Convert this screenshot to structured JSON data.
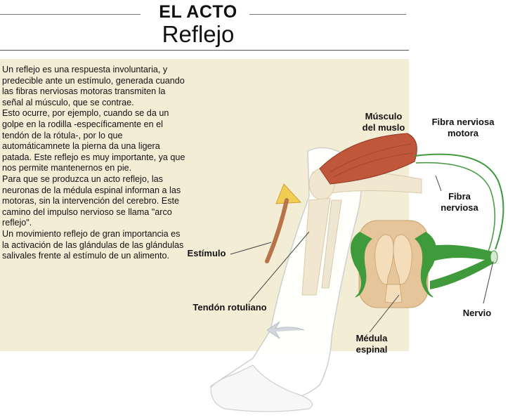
{
  "title": {
    "line1": "EL ACTO",
    "line2": "Reflejo"
  },
  "body": [
    "Un reflejo es una respuesta involuntaria, y predecible ante un estímulo, generada cuando las fibras nerviosas motoras transmiten la señal al músculo, que se contrae.",
    "Esto ocurre, por ejemplo, cuando se da un golpe en la rodilla -específicamente en el tendón de la rótula-, por lo que automáticamnete la pierna da una ligera patada. Este reflejo es muy importante, ya que nos permite mantenernos en pie.",
    "Para que se produzca un acto reflejo, las neuronas de la médula espinal informan a las motoras, sin la intervención del cerebro. Este camino del impulso nervioso se llama \"arco reflejo\".",
    "Un movimiento reflejo de gran importancia es la activación de las glándulas de las glándulas salivales frente al estímulo de un alimento."
  ],
  "labels": {
    "musculo": [
      "Músculo",
      "del muslo"
    ],
    "fibra_motora": [
      "Fibra nerviosa",
      "motora"
    ],
    "fibra": [
      "Fibra",
      "nerviosa"
    ],
    "estimulo": "Estímulo",
    "tendon": "Tendón rotuliano",
    "nervio": "Nervio",
    "medula": [
      "Médula",
      "espinal"
    ]
  },
  "colors": {
    "panel": "#f4edd6",
    "muscle": "#c0563a",
    "nerve": "#3e9a3a",
    "spinal": "#e6c59a",
    "bone": "#f1e7d0"
  }
}
